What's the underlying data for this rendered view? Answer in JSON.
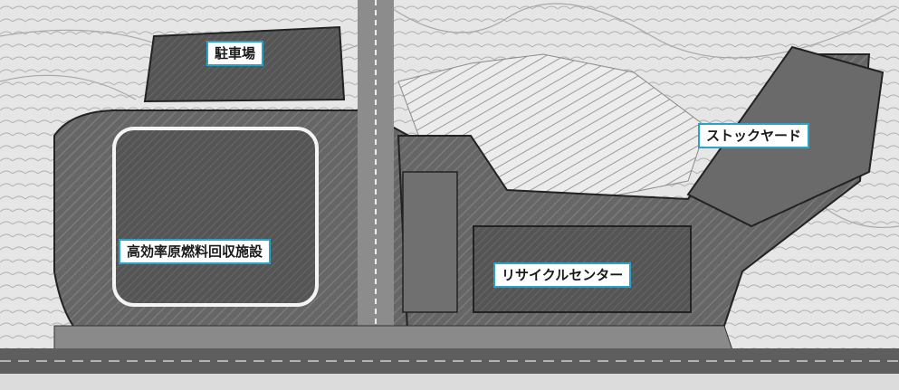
{
  "labels": {
    "parking": "駐車場",
    "stock_yard": "ストックヤード",
    "fuel_recovery_facility": "高効率原燃料回収施設",
    "recycle_center": "リサイクルセンター"
  },
  "colors": {
    "label_border": "#2aa3c9",
    "label_background": "#ffffff",
    "site_fill": "#6f6f6f",
    "building_fill": "#5a5a5a",
    "background": "#e9e9e9"
  }
}
